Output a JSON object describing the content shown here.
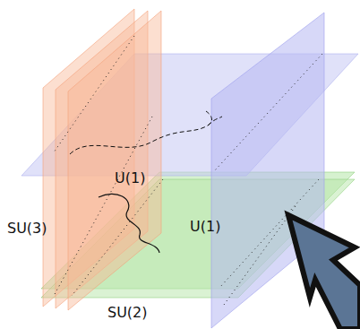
{
  "diagram": {
    "labels": [
      "U(1)",
      "SU(3)",
      "U(1)",
      "SU(2)"
    ]
  }
}
